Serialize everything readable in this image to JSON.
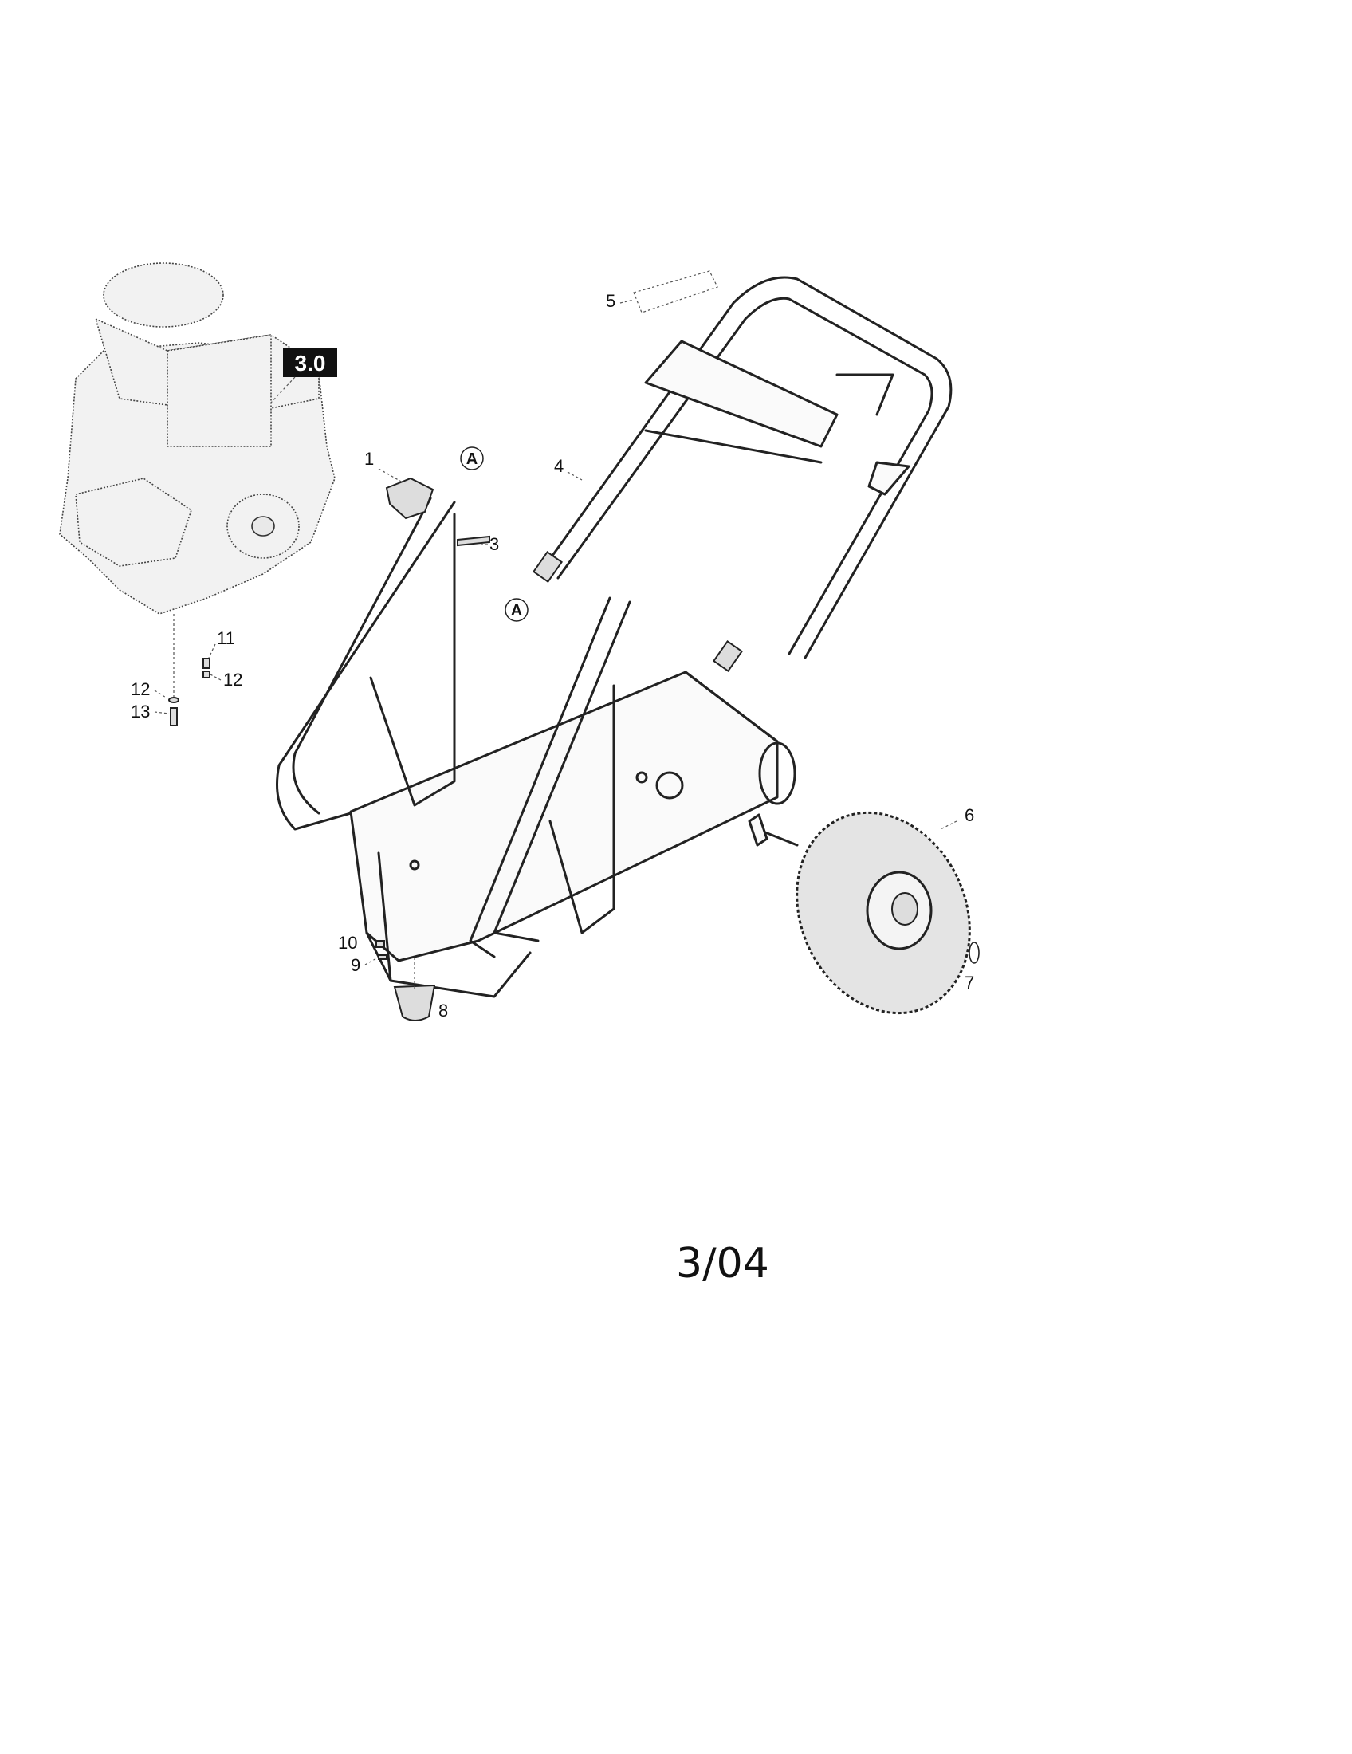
{
  "diagram": {
    "section_reference": "3.0",
    "connection_marker": "A",
    "callouts": {
      "c1": "1",
      "c3": "3",
      "c4": "4",
      "c5": "5",
      "c6": "6",
      "c7": "7",
      "c8": "8",
      "c9": "9",
      "c10": "10",
      "c11": "11",
      "c12a": "12",
      "c12b": "12",
      "c13": "13"
    }
  },
  "footer": {
    "date_code": "3/04"
  }
}
